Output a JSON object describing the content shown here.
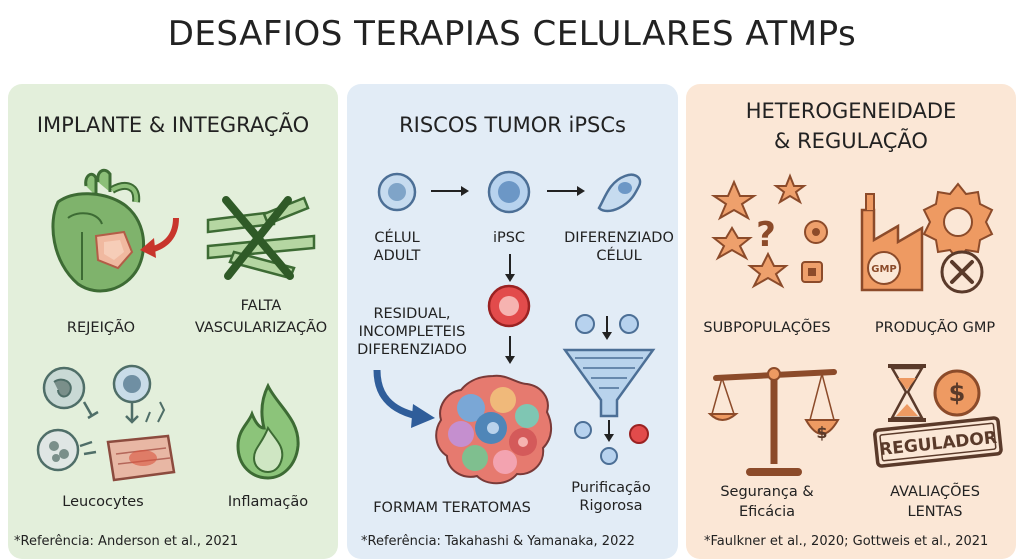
{
  "title": "DESAFIOS TERAPIAS CELULARES ATMPs",
  "panels": [
    {
      "heading": "IMPLANTE & INTEGRAÇÃO",
      "labels": {
        "rejection": "REJEIÇÃO",
        "vasc_1": "FALTA",
        "vasc_2": "VASCULARIZAÇÃO",
        "leukocytes": "Leucocytes",
        "inflammation": "Inflamação"
      },
      "reference": "*Referência: Anderson et al., 2021"
    },
    {
      "heading": "RISCOS TUMOR iPSCs",
      "labels": {
        "adult_1": "CÉLUL",
        "adult_2": "ADULT",
        "ipsc": "iPSC",
        "diff_1": "DIFERENZIADO",
        "diff_2": "CÉLUL",
        "residual_1": "RESIDUAL,",
        "residual_2": "INCOMPLETEIS",
        "residual_3": "DIFERENZIADO",
        "teratomas": "FORMAM TERATOMAS",
        "purif_1": "Purificação",
        "purif_2": "Rigorosa"
      },
      "reference": "*Referência: Takahashi & Yamanaka, 2022"
    },
    {
      "heading_1": "HETEROGENEIDADE",
      "heading_2": "& REGULAÇÃO",
      "labels": {
        "subpop": "SUBPOPULAÇÕES",
        "gmp": "PRODUÇÃO GMP",
        "gmp_badge": "GMP",
        "question": "?",
        "dollar": "$",
        "regulator": "REGULADOR",
        "safety_1": "Segurança &",
        "safety_2": "Eficácia",
        "slow_1": "AVALIAÇÕES",
        "slow_2": "LENTAS"
      },
      "reference": "*Faulkner et al., 2020; Gottweis et al., 2021"
    }
  ]
}
